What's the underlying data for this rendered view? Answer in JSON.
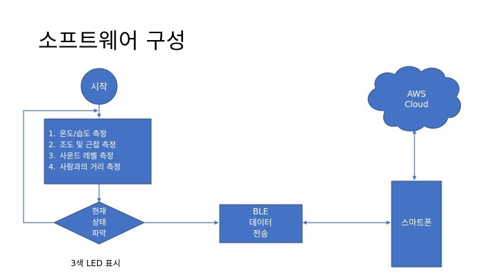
{
  "title": "소프트웨어 구성",
  "colors": {
    "shape_fill": "#4472c4",
    "shape_stroke": "#2f528f",
    "connector": "#4a76c2",
    "text_on_shape": "#ffffff"
  },
  "nodes": {
    "start": {
      "label": "시작"
    },
    "process": {
      "items": [
        {
          "num": "1.",
          "text": "온도/습도 측정"
        },
        {
          "num": "2.",
          "text": "조도 및 근접 측정"
        },
        {
          "num": "3.",
          "text": "사운드 레벨 측정"
        },
        {
          "num": "4.",
          "text": "사람과의 거리 측정"
        }
      ]
    },
    "decision": {
      "lines": [
        "현재",
        "상태",
        "파악"
      ]
    },
    "ble": {
      "lines": [
        "BLE",
        "데이터",
        "전송"
      ]
    },
    "smartphone": {
      "label": "스마트폰"
    },
    "cloud": {
      "lines": [
        "AWS",
        "Cloud"
      ]
    }
  },
  "caption": "3색 LED 표시"
}
